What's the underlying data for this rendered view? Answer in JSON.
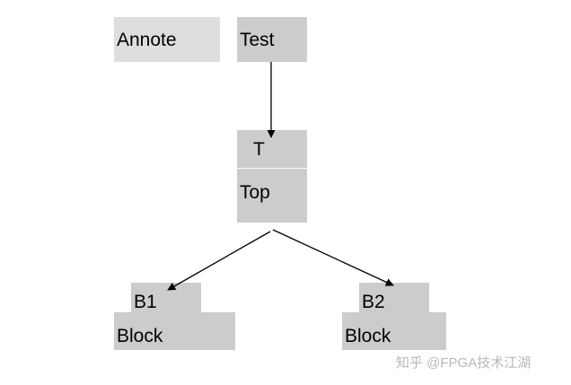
{
  "nodes": {
    "annote": "Annote",
    "test": "Test",
    "t_label": "T",
    "top": "Top",
    "b1_label": "B1",
    "b1_block": "Block",
    "b2_label": "B2",
    "b2_block": "Block"
  },
  "watermark": "知乎 @FPGA技术江湖",
  "colors": {
    "box_fill": "#cccccc",
    "annote_fill": "#dedede",
    "edge": "#000000"
  }
}
